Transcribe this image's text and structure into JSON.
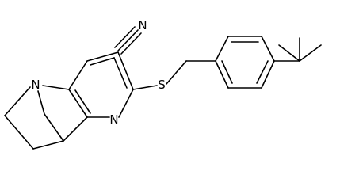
{
  "structure": {
    "atom_labels": {
      "nitrile_n": "N",
      "bridgehead_n": "N",
      "pyridine_n": "N",
      "sulfur": "S"
    },
    "colors": {
      "bond": "#000000",
      "background": "#ffffff"
    }
  }
}
